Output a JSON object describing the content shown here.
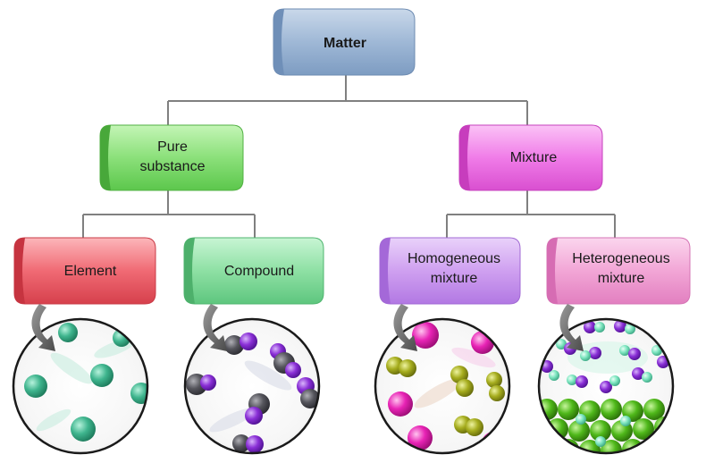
{
  "nodes": {
    "matter": {
      "label": "Matter",
      "color": "#9fb8d6"
    },
    "pure_substance": {
      "lines": [
        "Pure",
        "substance"
      ],
      "color": "#8be07a"
    },
    "mixture": {
      "label": "Mixture",
      "color": "#f07ce8"
    },
    "element": {
      "label": "Element",
      "color": "#f06a74"
    },
    "compound": {
      "label": "Compound",
      "color": "#8ee0a4"
    },
    "homogeneous": {
      "lines": [
        "Homogeneous",
        "mixture"
      ],
      "color": "#cfa0f0"
    },
    "heterogeneous": {
      "lines": [
        "Heterogeneous",
        "mixture"
      ],
      "color": "#f2a6d6"
    }
  },
  "illustrations": [
    {
      "name": "element-particles",
      "depicts": "single atoms (teal)"
    },
    {
      "name": "compound-particles",
      "depicts": "molecules (gray + purple)"
    },
    {
      "name": "homogeneous-particles",
      "depicts": "magenta atoms and olive molecules, evenly mixed"
    },
    {
      "name": "heterogeneous-particles",
      "depicts": "purple/teal molecules over green atom layer"
    }
  ],
  "colors": {
    "connector": "#808080",
    "element_atom": "#3fb58e",
    "compound_dark": "#4a4a52",
    "compound_purple": "#8a2fd6",
    "homog_magenta": "#e823b5",
    "homog_olive": "#a6ad1e",
    "heterog_green": "#4fb81a",
    "heterog_teal": "#7ee6c0",
    "heterog_purple": "#7b2fd0"
  }
}
